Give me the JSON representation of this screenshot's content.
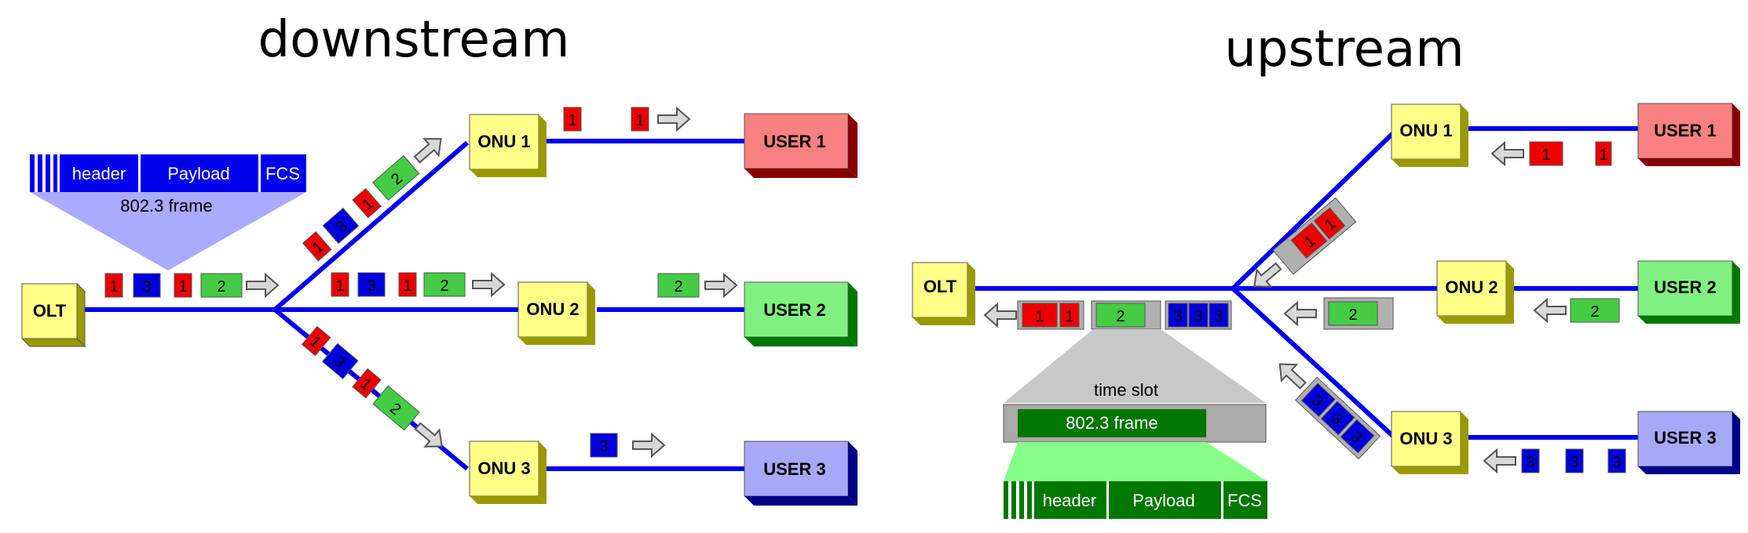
{
  "titles": {
    "downstream": "downstream",
    "upstream": "upstream"
  },
  "nodes": {
    "olt": "OLT",
    "onu1": "ONU 1",
    "onu2": "ONU 2",
    "onu3": "ONU 3",
    "user1": "USER 1",
    "user2": "USER 2",
    "user3": "USER 3"
  },
  "frame_fields": {
    "header": "header",
    "payload": "Payload",
    "fcs": "FCS"
  },
  "labels": {
    "frame": "802.3 frame",
    "time_slot": "time slot"
  },
  "packet_ids": {
    "one": "1",
    "two": "2",
    "three": "3"
  },
  "colors": {
    "onu_fill": "#ffff88",
    "user1": "#f98080",
    "user2": "#80f080",
    "user3": "#a8a8f8",
    "link": "#0000ee",
    "packet_red": "#ee0000",
    "packet_blue": "#0000dd",
    "packet_green": "#44cc44",
    "frame_blue": "#0000ee",
    "frame_green": "#007700"
  }
}
